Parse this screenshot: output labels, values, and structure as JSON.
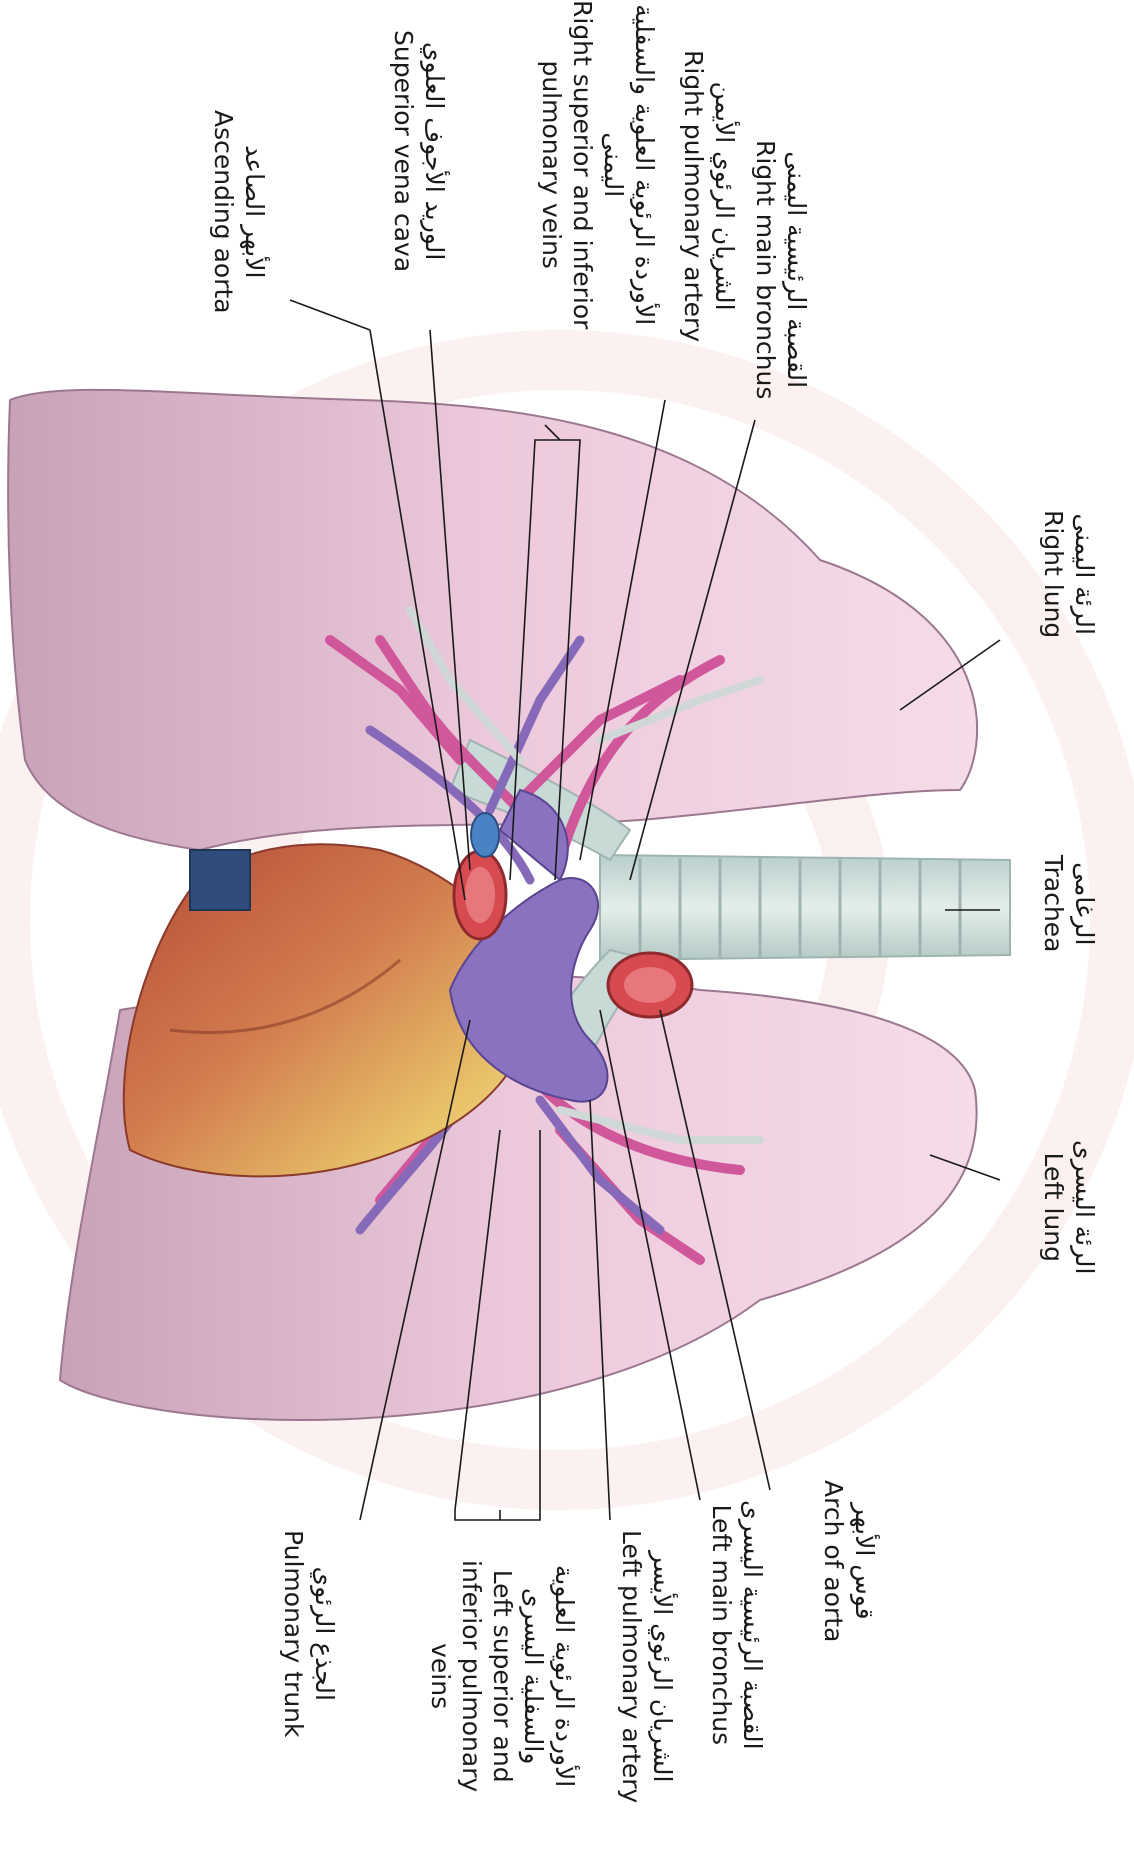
{
  "labels": {
    "right_main_bronchus": {
      "ar": "القصبة الرئيسية اليمنى",
      "en": "Right main bronchus"
    },
    "right_pulmonary_artery": {
      "ar": "الشريان الرئوي الأيمن",
      "en": "Right pulmonary artery"
    },
    "right_pulmonary_veins": {
      "ar1": "الأوردة الرئوية العلوية والسفلية",
      "ar2": "اليمنى",
      "en1": "Right superior and inferior",
      "en2": "pulmonary veins"
    },
    "superior_vena_cava": {
      "ar": "الوريد الأجوف العلوي",
      "en": "Superior vena cava"
    },
    "ascending_aorta": {
      "ar": "الأبهر الصاعد",
      "en": "Ascending aorta"
    },
    "right_lung": {
      "ar": "الرئة اليمنى",
      "en": "Right lung"
    },
    "trachea": {
      "ar": "الرغامى",
      "en": "Trachea"
    },
    "left_lung": {
      "ar": "الرئة اليسرى",
      "en": "Left lung"
    },
    "arch_of_aorta": {
      "ar": "قوس الأبهر",
      "en": "Arch of aorta"
    },
    "left_main_bronchus": {
      "ar": "القصبة الرئيسية اليسرى",
      "en": "Left main bronchus"
    },
    "left_pulmonary_artery": {
      "ar": "الشريان الرئوي الأيسر",
      "en": "Left pulmonary artery"
    },
    "left_pulmonary_veins": {
      "ar1": "الأوردة الرئوية العلوية",
      "ar2": "والسفلية اليسرى",
      "en1": "Left superior and",
      "en2": "inferior pulmonary",
      "en3": "veins"
    },
    "pulmonary_trunk": {
      "ar": "الجذع الرئوي",
      "en": "Pulmonary trunk"
    }
  }
}
